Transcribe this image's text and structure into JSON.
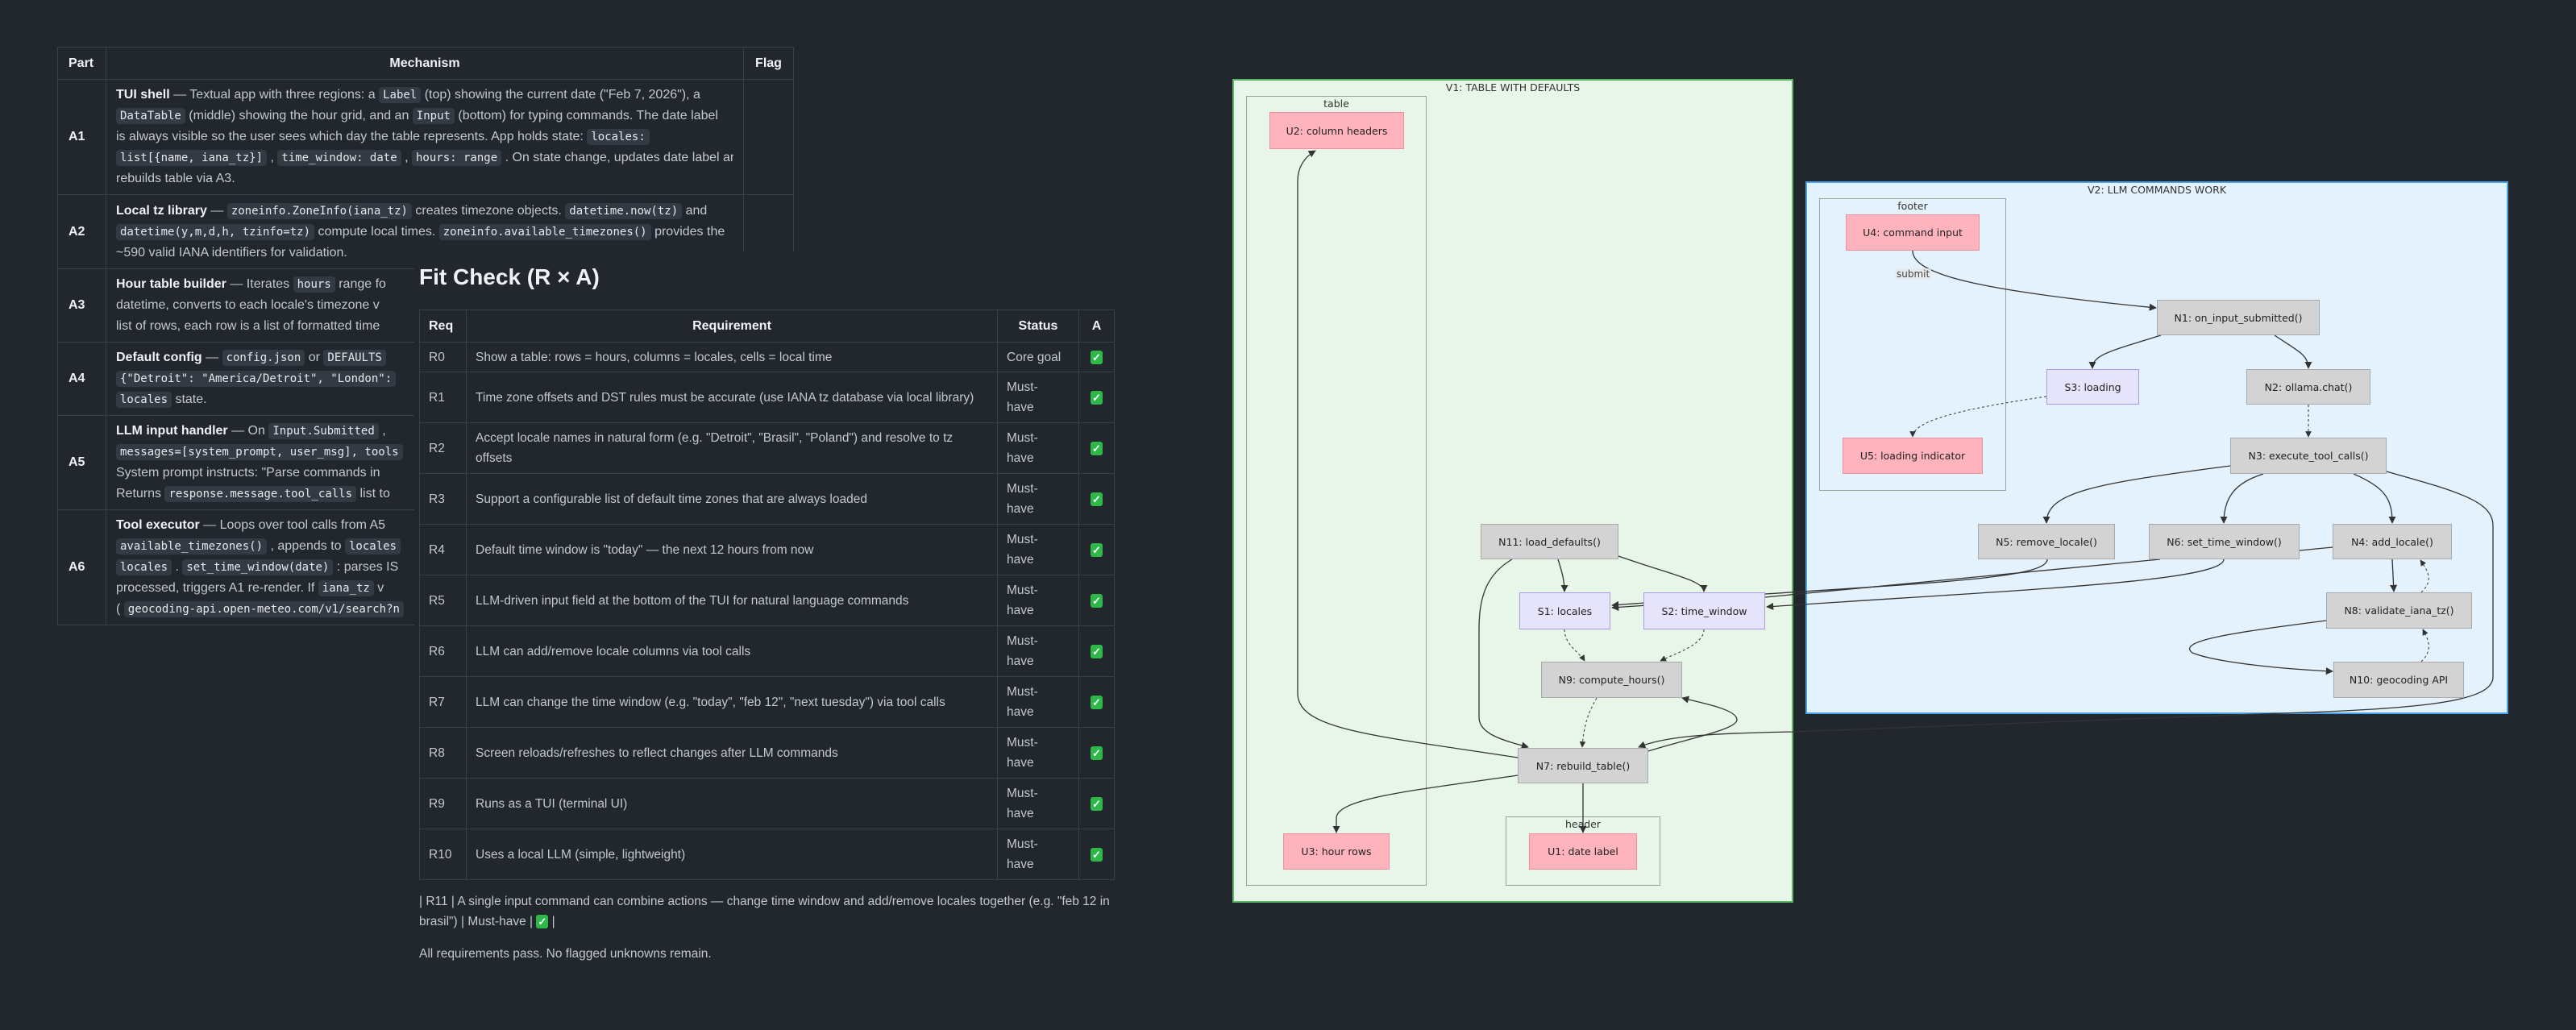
{
  "mechanisms": {
    "headers": {
      "part": "Part",
      "mechanism": "Mechanism",
      "flag": "Flag"
    },
    "rows": [
      {
        "part": "A1",
        "flag": "",
        "lines": [
          [
            {
              "b": "TUI shell"
            },
            {
              "t": " — Textual app with three regions: a "
            },
            {
              "c": "Label"
            },
            {
              "t": " (top) showing the current date (\"Feb 7, 2026\"), a"
            }
          ],
          [
            {
              "c": "DataTable"
            },
            {
              "t": " (middle) showing the hour grid, and an "
            },
            {
              "c": "Input"
            },
            {
              "t": " (bottom) for typing commands. The date label"
            }
          ],
          [
            {
              "t": "is always visible so the user sees which day the table represents. App holds state: "
            },
            {
              "c": "locales:"
            }
          ],
          [
            {
              "c": "list[{name, iana_tz}]"
            },
            {
              "t": " , "
            },
            {
              "c": "time_window: date"
            },
            {
              "t": " , "
            },
            {
              "c": "hours: range"
            },
            {
              "t": " . On state change, updates date label and"
            }
          ],
          [
            {
              "t": "rebuilds table via A3."
            }
          ]
        ]
      },
      {
        "part": "A2",
        "flag": "",
        "lines": [
          [
            {
              "b": "Local tz library"
            },
            {
              "t": " — "
            },
            {
              "c": "zoneinfo.ZoneInfo(iana_tz)"
            },
            {
              "t": " creates timezone objects. "
            },
            {
              "c": "datetime.now(tz)"
            },
            {
              "t": " and"
            }
          ],
          [
            {
              "c": "datetime(y,m,d,h, tzinfo=tz)"
            },
            {
              "t": " compute local times. "
            },
            {
              "c": "zoneinfo.available_timezones()"
            },
            {
              "t": " provides the"
            }
          ],
          [
            {
              "t": "~590 valid IANA identifiers for validation."
            }
          ]
        ]
      },
      {
        "part": "A3",
        "flag": "",
        "lines": [
          [
            {
              "b": "Hour table builder"
            },
            {
              "t": " — Iterates "
            },
            {
              "c": "hours"
            },
            {
              "t": " range fo"
            }
          ],
          [
            {
              "t": "datetime, converts to each locale's timezone v"
            }
          ],
          [
            {
              "t": "list of rows, each row is a list of formatted time"
            }
          ]
        ]
      },
      {
        "part": "A4",
        "flag": "",
        "lines": [
          [
            {
              "b": "Default config"
            },
            {
              "t": " — "
            },
            {
              "c": "config.json"
            },
            {
              "t": " or "
            },
            {
              "c": "DEFAULTS"
            }
          ],
          [
            {
              "c": "{\"Detroit\": \"America/Detroit\", \"London\":"
            }
          ],
          [
            {
              "c": "locales"
            },
            {
              "t": " state."
            }
          ]
        ]
      },
      {
        "part": "A5",
        "flag": "",
        "lines": [
          [
            {
              "b": "LLM input handler"
            },
            {
              "t": " — On "
            },
            {
              "c": "Input.Submitted"
            },
            {
              "t": " ,"
            }
          ],
          [
            {
              "c": "messages=[system_prompt, user_msg], tools"
            }
          ],
          [
            {
              "t": "System prompt instructs: \"Parse commands in"
            }
          ],
          [
            {
              "t": "Returns "
            },
            {
              "c": "response.message.tool_calls"
            },
            {
              "t": " list to"
            }
          ]
        ]
      },
      {
        "part": "A6",
        "flag": "",
        "lines": [
          [
            {
              "b": "Tool executor"
            },
            {
              "t": " — Loops over tool calls from A5"
            }
          ],
          [
            {
              "c": "available_timezones()"
            },
            {
              "t": " , appends to "
            },
            {
              "c": "locales"
            }
          ],
          [
            {
              "c": "locales"
            },
            {
              "t": " . "
            },
            {
              "c": "set_time_window(date)"
            },
            {
              "t": " : parses IS"
            }
          ],
          [
            {
              "t": "processed, triggers A1 re-render. If "
            },
            {
              "c": "iana_tz"
            },
            {
              "t": " v"
            }
          ],
          [
            {
              "t": "( "
            },
            {
              "c": "geocoding-api.open-meteo.com/v1/search?n"
            }
          ]
        ]
      }
    ]
  },
  "fit_check": {
    "title": "Fit Check (R × A)",
    "headers": {
      "req": "Req",
      "requirement": "Requirement",
      "status": "Status",
      "a": "A"
    },
    "check_icon": "check-mark-button",
    "check_color": "#2fb84a",
    "rows": [
      {
        "req": "R0",
        "requirement": "Show a table: rows = hours, columns = locales, cells = local time",
        "status": "Core goal",
        "pass": true
      },
      {
        "req": "R1",
        "requirement": "Time zone offsets and DST rules must be accurate (use IANA tz database via local library)",
        "status": "Must-have",
        "pass": true
      },
      {
        "req": "R2",
        "requirement": "Accept locale names in natural form (e.g. \"Detroit\", \"Brasil\", \"Poland\") and resolve to tz offsets",
        "status": "Must-have",
        "pass": true
      },
      {
        "req": "R3",
        "requirement": "Support a configurable list of default time zones that are always loaded",
        "status": "Must-have",
        "pass": true
      },
      {
        "req": "R4",
        "requirement": "Default time window is \"today\" — the next 12 hours from now",
        "status": "Must-have",
        "pass": true
      },
      {
        "req": "R5",
        "requirement": "LLM-driven input field at the bottom of the TUI for natural language commands",
        "status": "Must-have",
        "pass": true
      },
      {
        "req": "R6",
        "requirement": "LLM can add/remove locale columns via tool calls",
        "status": "Must-have",
        "pass": true
      },
      {
        "req": "R7",
        "requirement": "LLM can change the time window (e.g. \"today\", \"feb 12\", \"next tuesday\") via tool calls",
        "status": "Must-have",
        "pass": true
      },
      {
        "req": "R8",
        "requirement": "Screen reloads/refreshes to reflect changes after LLM commands",
        "status": "Must-have",
        "pass": true
      },
      {
        "req": "R9",
        "requirement": "Runs as a TUI (terminal UI)",
        "status": "Must-have",
        "pass": true
      },
      {
        "req": "R10",
        "requirement": "Uses a local LLM (simple, lightweight)",
        "status": "Must-have",
        "pass": true
      }
    ],
    "r11_text": "| R11 | A single input command can combine actions — change time window and add/remove locales together (e.g. \"feb 12 in brasil\") | Must-have |",
    "r11_tail": "|",
    "summary": "All requirements pass. No flagged unknowns remain."
  },
  "diagram": {
    "colors": {
      "v1_fill": "#e8f6e9",
      "v1_border": "#5cb865",
      "v2_fill": "#e4f2fd",
      "v2_border": "#4aa3e8",
      "ui_node": "#ffb3bd",
      "code_node": "#d3d3d3",
      "state_node": "#e6e4fb"
    },
    "subgraphs": {
      "v1": "V1: TABLE WITH DEFAULTS",
      "table": "table",
      "header": "header",
      "v2": "V2: LLM COMMANDS WORK",
      "footer": "footer"
    },
    "nodes": {
      "U1": "U1: date label",
      "U2": "U2: column headers",
      "U3": "U3: hour rows",
      "U4": "U4: command input",
      "U5": "U5: loading indicator",
      "S1": "S1: locales",
      "S2": "S2: time_window",
      "S3": "S3: loading",
      "N1": "N1: on_input_submitted()",
      "N2": "N2: ollama.chat()",
      "N3": "N3: execute_tool_calls()",
      "N4": "N4: add_locale()",
      "N5": "N5: remove_locale()",
      "N6": "N6: set_time_window()",
      "N7": "N7: rebuild_table()",
      "N8": "N8: validate_iana_tz()",
      "N9": "N9: compute_hours()",
      "N10": "N10: geocoding API",
      "N11": "N11: load_defaults()"
    },
    "edge_labels": {
      "submit": "submit"
    }
  }
}
